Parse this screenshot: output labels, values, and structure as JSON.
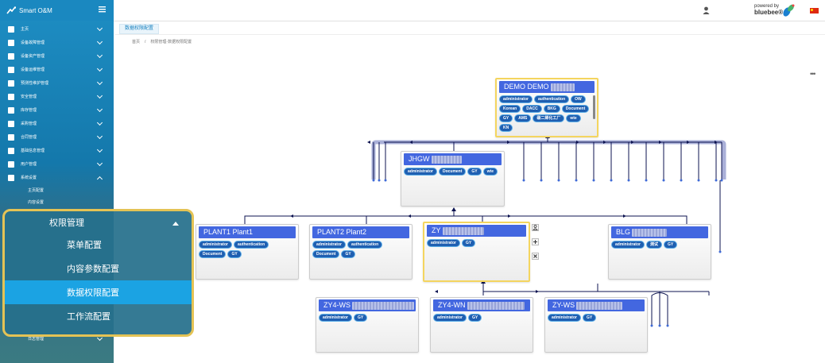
{
  "app": {
    "title": "Smart O&M"
  },
  "sidebar": {
    "items": [
      {
        "label": "主页"
      },
      {
        "label": "设备故障管理"
      },
      {
        "label": "设备资产管理"
      },
      {
        "label": "设备运维管理"
      },
      {
        "label": "预测性维护管理"
      },
      {
        "label": "安全管理"
      },
      {
        "label": "库存管理"
      },
      {
        "label": "采购管理"
      },
      {
        "label": "合同管理"
      },
      {
        "label": "基础信息管理"
      },
      {
        "label": "用户管理"
      },
      {
        "label": "系统设置"
      }
    ],
    "sub_items": [
      {
        "label": "主页配置"
      },
      {
        "label": "内容设置"
      }
    ],
    "bottom_item": {
      "label": "日志管理"
    }
  },
  "popup": {
    "header": "权限管理",
    "items": [
      {
        "label": "菜单配置"
      },
      {
        "label": "内容参数配置"
      },
      {
        "label": "数据权限配置"
      },
      {
        "label": "工作流配置"
      }
    ],
    "active_index": 2
  },
  "topbar": {
    "powered_by": "powered by",
    "brand": "bluebee®"
  },
  "tab": {
    "label": "数据权限配置"
  },
  "breadcrumb": {
    "home": "首页",
    "separator": "/",
    "path": "权限管理-数据权限配置"
  },
  "more_label": "•••",
  "tree": {
    "root": {
      "title": "DEMO DEMO",
      "tags": [
        "administrator",
        "authentication",
        "OW",
        "Korean",
        "DACC",
        "BKG",
        "Document",
        "GY",
        "AMS",
        "碳二烯化工厂",
        "wte",
        "KN"
      ]
    },
    "level1": {
      "title": "JHGW",
      "tags": [
        "administrator",
        "Document",
        "GY",
        "wte"
      ]
    },
    "level2": [
      {
        "title": "PLANT1 Plant1",
        "tags": [
          "administrator",
          "authentication",
          "Document",
          "GY"
        ]
      },
      {
        "title": "PLANT2 Plant2",
        "tags": [
          "administrator",
          "authentication",
          "Document",
          "GY"
        ]
      },
      {
        "title": "ZY",
        "tags": [
          "administrator",
          "GY"
        ]
      },
      {
        "title": "BLG",
        "tags": [
          "administrator",
          "测试",
          "GY"
        ]
      }
    ],
    "level3": [
      {
        "title": "ZY4-WS",
        "tags": [
          "administrator",
          "GY"
        ]
      },
      {
        "title": "ZY4-WN",
        "tags": [
          "administrator",
          "GY"
        ]
      },
      {
        "title": "ZY-WS",
        "tags": [
          "administrator",
          "GY"
        ]
      }
    ],
    "node_actions": [
      {
        "name": "add-user-button",
        "glyph": "⚲"
      },
      {
        "name": "add-node-button",
        "glyph": "+"
      },
      {
        "name": "delete-node-button",
        "glyph": "×"
      }
    ]
  },
  "colors": {
    "accent": "#1ba3e3",
    "node_header": "#4367e0",
    "tag": "#1f5fb1",
    "highlight_border": "#e4c355"
  }
}
